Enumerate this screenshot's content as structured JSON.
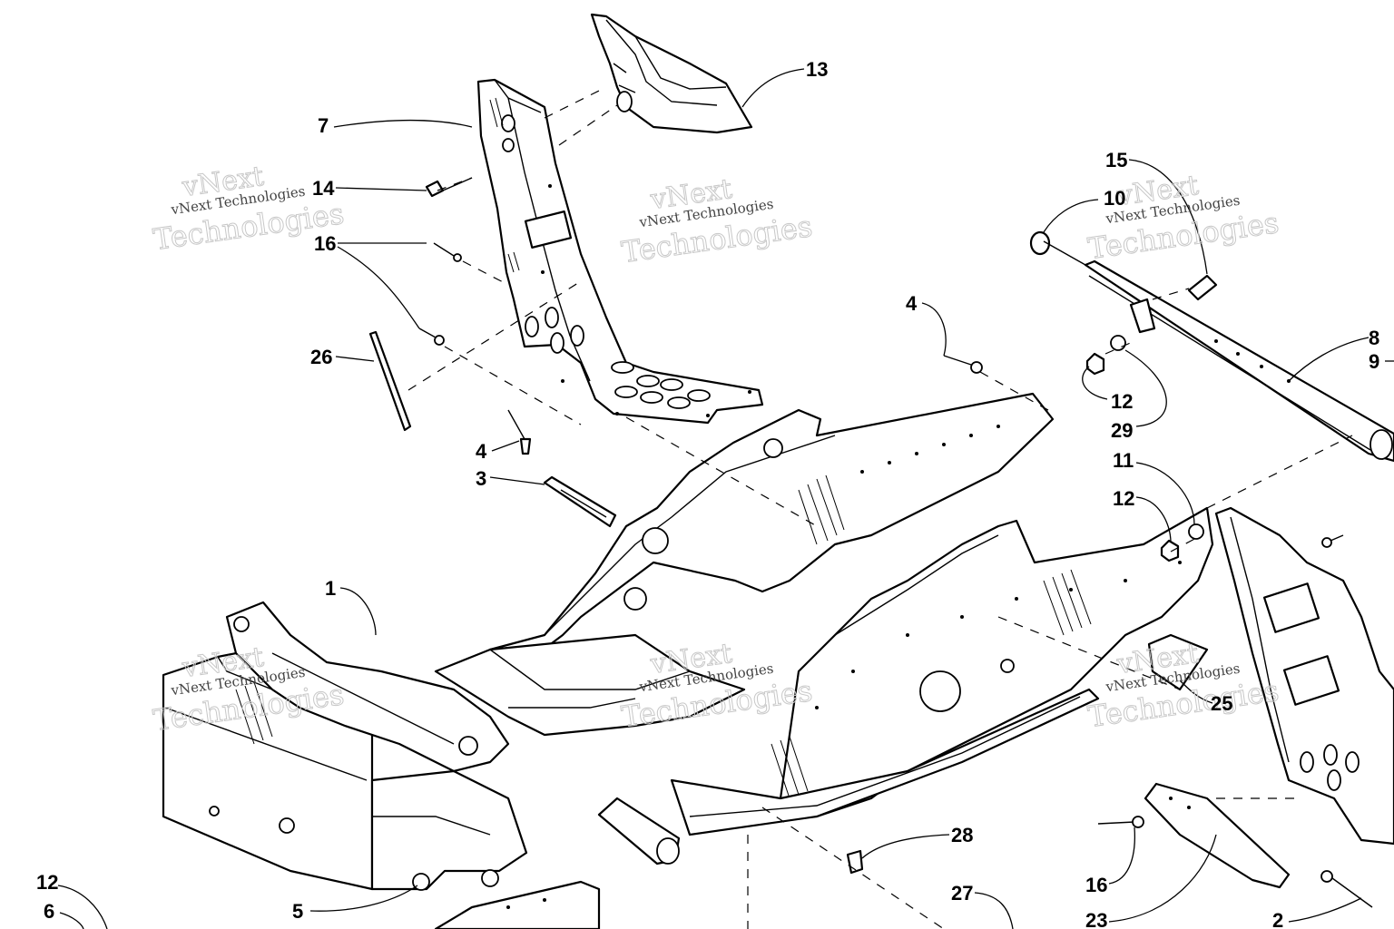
{
  "watermarks": [
    {
      "small": "vNext Technologies",
      "big1": "vNext",
      "big2": "Technologies"
    },
    {
      "small": "vNext Technologies",
      "big1": "vNext",
      "big2": "Technologies"
    },
    {
      "small": "vNext Technologies",
      "big1": "vNext",
      "big2": "Technologies"
    },
    {
      "small": "vNext Technologies",
      "big1": "vNext",
      "big2": "Technologies"
    },
    {
      "small": "vNext Technologies",
      "big1": "vNext",
      "big2": "Technologies"
    },
    {
      "small": "vNext Technologies",
      "big1": "vNext",
      "big2": "Technologies"
    }
  ],
  "callouts": [
    {
      "label": "13"
    },
    {
      "label": "7"
    },
    {
      "label": "14"
    },
    {
      "label": "16"
    },
    {
      "label": "26"
    },
    {
      "label": "4"
    },
    {
      "label": "3"
    },
    {
      "label": "1"
    },
    {
      "label": "4"
    },
    {
      "label": "15"
    },
    {
      "label": "10"
    },
    {
      "label": "8"
    },
    {
      "label": "9"
    },
    {
      "label": "12"
    },
    {
      "label": "29"
    },
    {
      "label": "11"
    },
    {
      "label": "12"
    },
    {
      "label": "25"
    },
    {
      "label": "28"
    },
    {
      "label": "27"
    },
    {
      "label": "16"
    },
    {
      "label": "23"
    },
    {
      "label": "2"
    },
    {
      "label": "12"
    },
    {
      "label": "6"
    },
    {
      "label": "5"
    }
  ]
}
